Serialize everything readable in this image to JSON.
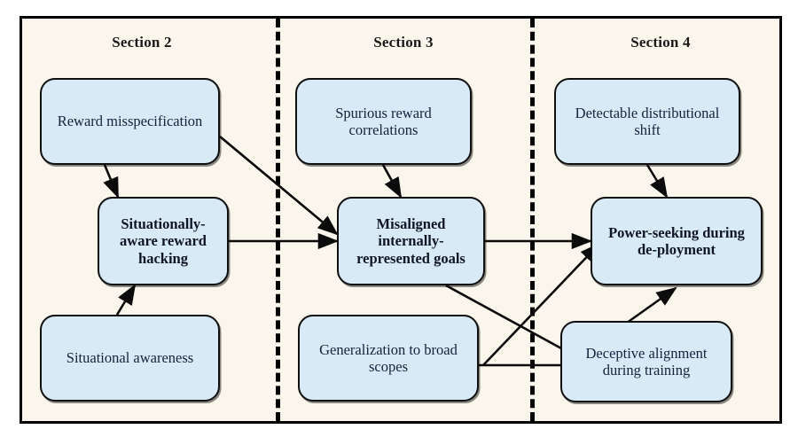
{
  "figure": {
    "background_color": "#faf6ec",
    "node_fill": "#d9eaf7",
    "node_stroke": "#0f0f0f",
    "text_color": "#16213a"
  },
  "sections": [
    {
      "id": "section-2",
      "label": "Section 2"
    },
    {
      "id": "section-3",
      "label": "Section 3"
    },
    {
      "id": "section-4",
      "label": "Section 4"
    }
  ],
  "nodes": [
    {
      "id": "reward-misspecification",
      "label": "Reward misspecification",
      "bold": false,
      "section": "Section 2"
    },
    {
      "id": "situationally-aware-reward-hacking",
      "label": "Situationally-aware reward hacking",
      "bold": true,
      "section": "Section 2"
    },
    {
      "id": "situational-awareness",
      "label": "Situational awareness",
      "bold": false,
      "section": "Section 2"
    },
    {
      "id": "spurious-reward-correlations",
      "label": "Spurious reward correlations",
      "bold": false,
      "section": "Section 3"
    },
    {
      "id": "misaligned-internally-represented-goals",
      "label": "Misaligned internally-represented goals",
      "bold": true,
      "section": "Section 3"
    },
    {
      "id": "generalization-to-broad-scopes",
      "label": "Generalization to broad scopes",
      "bold": false,
      "section": "Section 3"
    },
    {
      "id": "detectable-distributional-shift",
      "label": "Detectable distributional shift",
      "bold": false,
      "section": "Section 4"
    },
    {
      "id": "power-seeking-during-deployment",
      "label": "Power-seeking during de-ployment",
      "bold": true,
      "section": "Section 4"
    },
    {
      "id": "deceptive-alignment-during-training",
      "label": "Deceptive alignment during training",
      "bold": false,
      "section": "Section 4"
    }
  ],
  "edges": [
    {
      "from": "reward-misspecification",
      "to": "situationally-aware-reward-hacking"
    },
    {
      "from": "situational-awareness",
      "to": "situationally-aware-reward-hacking"
    },
    {
      "from": "reward-misspecification",
      "to": "misaligned-internally-represented-goals"
    },
    {
      "from": "situationally-aware-reward-hacking",
      "to": "misaligned-internally-represented-goals"
    },
    {
      "from": "spurious-reward-correlations",
      "to": "misaligned-internally-represented-goals"
    },
    {
      "from": "misaligned-internally-represented-goals",
      "to": "power-seeking-during-deployment"
    },
    {
      "from": "misaligned-internally-represented-goals",
      "to": "deceptive-alignment-during-training"
    },
    {
      "from": "generalization-to-broad-scopes",
      "to": "power-seeking-during-deployment"
    },
    {
      "from": "generalization-to-broad-scopes",
      "to": "deceptive-alignment-during-training"
    },
    {
      "from": "detectable-distributional-shift",
      "to": "power-seeking-during-deployment"
    },
    {
      "from": "deceptive-alignment-during-training",
      "to": "power-seeking-during-deployment"
    }
  ]
}
